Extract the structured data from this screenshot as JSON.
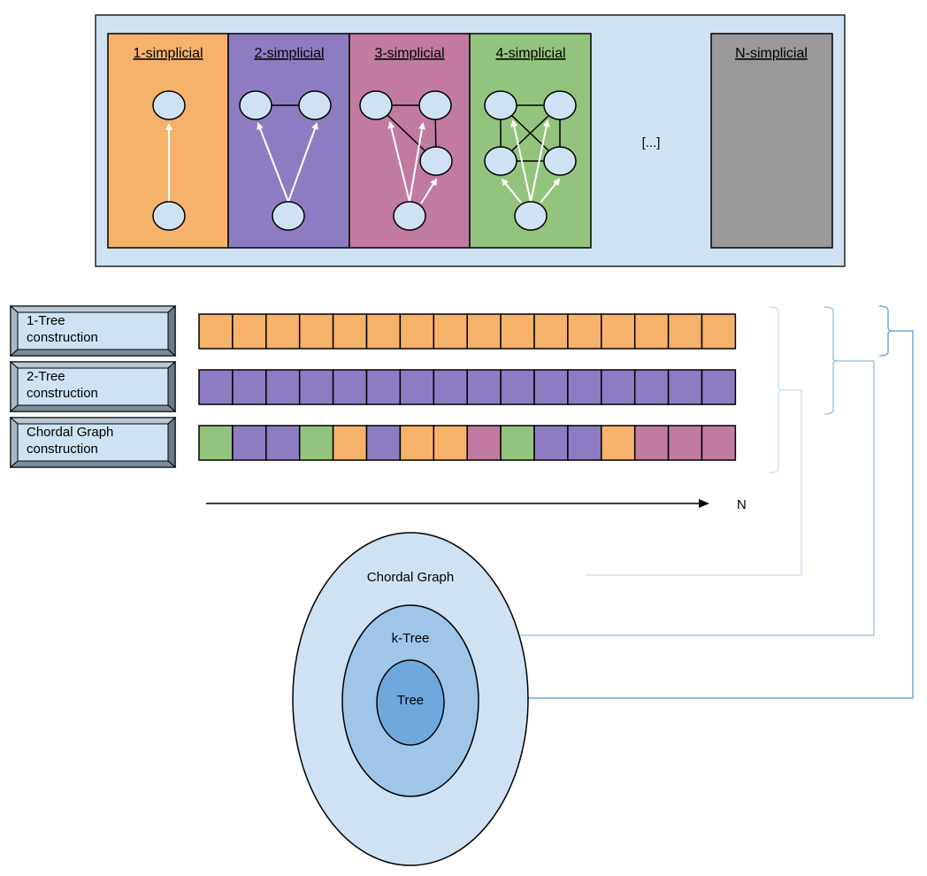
{
  "colors": {
    "panel_bg": "#cfe2f3",
    "node_fill": "#cfe2f3",
    "orange": "#f6b26b",
    "purple": "#8e7cc3",
    "pink": "#c27ba0",
    "green": "#93c47d",
    "gray": "#999999",
    "bracket_light": "#cfe2f3",
    "bracket_mid": "#9fc5e8",
    "bracket_dark": "#6fa8dc",
    "circle_outer": "#cfe2f3",
    "circle_middle": "#9fc5e8",
    "circle_inner": "#6fa8dc"
  },
  "simplicial_panel": {
    "boxes": [
      {
        "label": "1-simplicial",
        "color": "orange"
      },
      {
        "label": "2-simplicial",
        "color": "purple"
      },
      {
        "label": "3-simplicial",
        "color": "pink"
      },
      {
        "label": "4-simplicial",
        "color": "green"
      }
    ],
    "ellipsis": "[...]",
    "last_box": {
      "label": "N-simplicial",
      "color": "gray"
    }
  },
  "constructions": [
    {
      "label_line1": "1-Tree",
      "label_line2": "construction",
      "cells": [
        "orange",
        "orange",
        "orange",
        "orange",
        "orange",
        "orange",
        "orange",
        "orange",
        "orange",
        "orange",
        "orange",
        "orange",
        "orange",
        "orange",
        "orange",
        "orange"
      ]
    },
    {
      "label_line1": "2-Tree",
      "label_line2": "construction",
      "cells": [
        "purple",
        "purple",
        "purple",
        "purple",
        "purple",
        "purple",
        "purple",
        "purple",
        "purple",
        "purple",
        "purple",
        "purple",
        "purple",
        "purple",
        "purple",
        "purple"
      ]
    },
    {
      "label_line1": "Chordal Graph",
      "label_line2": "construction",
      "cells": [
        "green",
        "purple",
        "purple",
        "green",
        "orange",
        "purple",
        "orange",
        "orange",
        "pink",
        "green",
        "purple",
        "purple",
        "orange",
        "pink",
        "pink",
        "pink"
      ]
    }
  ],
  "axis": {
    "label": "N"
  },
  "venn": {
    "outer": "Chordal Graph",
    "middle": "k-Tree",
    "inner": "Tree"
  }
}
